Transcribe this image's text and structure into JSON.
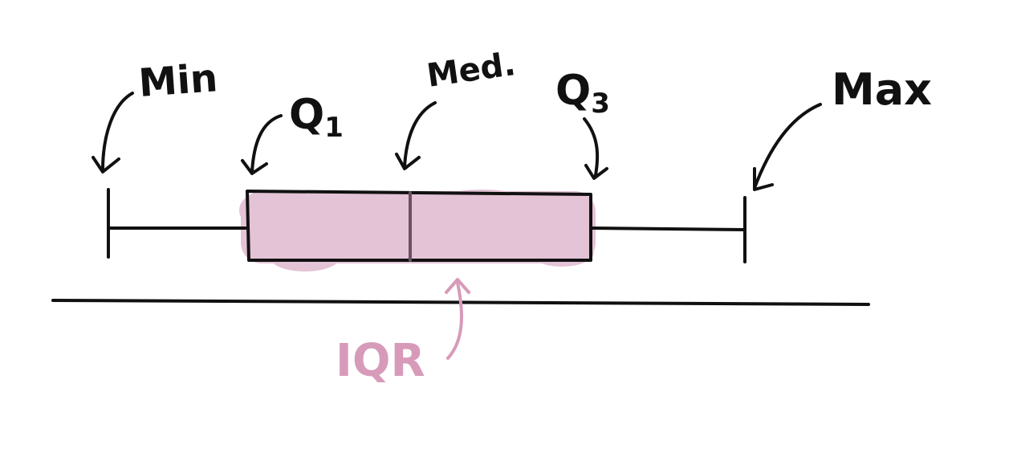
{
  "labels": {
    "min": "Min",
    "q1": "Q",
    "q1_sub": "1",
    "median": "Med.",
    "q3": "Q",
    "q3_sub": "3",
    "max": "Max",
    "iqr": "IQR"
  },
  "colors": {
    "ink": "#111111",
    "highlight": "#e4c3d6",
    "highlight_ink": "#d79bb9",
    "background": "#ffffff"
  }
}
